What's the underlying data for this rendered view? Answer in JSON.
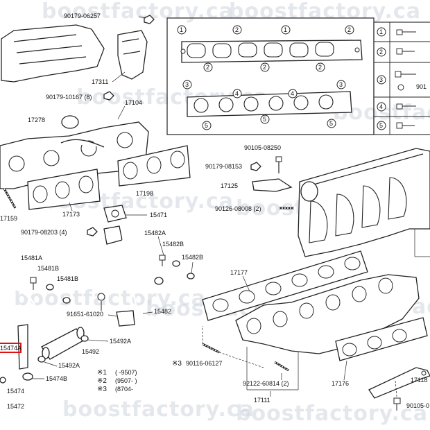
{
  "watermark": "boostfactory.ca",
  "part_labels": {
    "p_90179_06257": "90179-06257",
    "p_17311": "17311",
    "p_90179_10167": "90179-10167 (8)",
    "p_17104": "17104",
    "p_17278": "17278",
    "p_17198": "17198",
    "p_17159": "17159",
    "p_17173": "17173",
    "p_15471": "15471",
    "p_90179_08203": "90179-08203 (4)",
    "p_15482a": "15482A",
    "p_15482b_1": "15482B",
    "p_15482b_2": "15482B",
    "p_15481a": "15481A",
    "p_15481b_1": "15481B",
    "p_15481b_2": "15481B",
    "p_91651_61020": "91651-61020",
    "p_15482": "15482",
    "p_15492a_1": "15492A",
    "p_15492": "15492",
    "p_15492a_2": "15492A",
    "p_15474a": "15474A",
    "p_15474b": "15474B",
    "p_15474": "15474",
    "p_15472": "15472",
    "p_90105_08250": "90105-08250",
    "p_90179_08153": "90179-08153",
    "p_17125": "17125",
    "p_90126_08008": "90126-08008 (2)",
    "p_17177": "17177",
    "p_90116_06127": "90116-06127",
    "p_92122_60814": "92122-60814 (2)",
    "p_17111": "17111",
    "p_17176": "17176",
    "p_17118": "17118",
    "p_90105": "90105-0"
  },
  "notes": {
    "n1_mark": "※1",
    "n1_range": "(       -9507)",
    "n2_mark": "※2",
    "n2_range": "(9507-       )",
    "n3_mark": "※3",
    "n3_range": "(8704-",
    "n3_callout": "※3"
  },
  "legend": {
    "rows": [
      "1",
      "2",
      "3",
      "4",
      "5"
    ],
    "part_stub": "901"
  },
  "callout_numbers": [
    "1",
    "2",
    "3",
    "4",
    "5"
  ]
}
